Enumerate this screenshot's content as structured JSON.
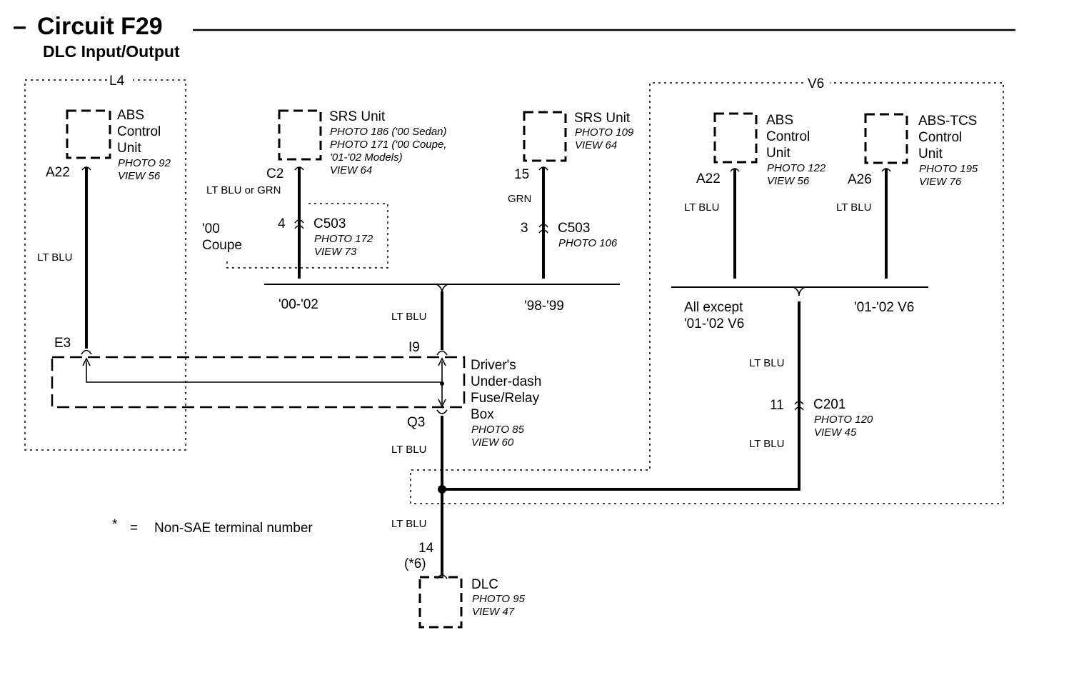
{
  "header": {
    "dash": "–",
    "title": "Circuit F29",
    "subtitle": "DLC Input/Output"
  },
  "groups": {
    "l4": "L4",
    "v6": "V6",
    "coupe_line1": "'00",
    "coupe_line2": "Coupe"
  },
  "components": {
    "abs_l4": {
      "lines": [
        "ABS",
        "Control",
        "Unit"
      ],
      "photo": "PHOTO 92",
      "view": "VIEW 56",
      "terminal": "A22"
    },
    "srs_00_02": {
      "name": "SRS Unit",
      "photo_lines": [
        "PHOTO 186  ('00 Sedan)",
        "PHOTO 171 ('00 Coupe,",
        "'01-'02 Models)"
      ],
      "view": "VIEW 64",
      "terminal": "C2"
    },
    "srs_98_99": {
      "name": "SRS Unit",
      "photo": "PHOTO 109",
      "view": "VIEW 64",
      "terminal": "15"
    },
    "abs_v6": {
      "lines": [
        "ABS",
        "Control",
        "Unit"
      ],
      "photo": "PHOTO 122",
      "view": "VIEW 56",
      "terminal": "A22"
    },
    "abs_tcs": {
      "lines": [
        "ABS-TCS",
        "Control",
        "Unit"
      ],
      "photo": "PHOTO 195",
      "view": "VIEW 76",
      "terminal": "A26"
    },
    "fuse_box": {
      "lines": [
        "Driver's",
        "Under-dash",
        "Fuse/Relay",
        "Box"
      ],
      "photo": "PHOTO 85",
      "view": "VIEW 60",
      "term_in_abs": "E3",
      "term_in_srs": "I9",
      "term_out": "Q3"
    },
    "dlc": {
      "name": "DLC",
      "photo": "PHOTO 95",
      "view": "VIEW 47",
      "terminal": "14",
      "alt_terminal": "(*6)"
    }
  },
  "connectors": {
    "c503_a": {
      "name": "C503",
      "pin": "4",
      "photo": "PHOTO 172",
      "view": "VIEW 73"
    },
    "c503_b": {
      "name": "C503",
      "pin": "3",
      "photo": "PHOTO 106"
    },
    "c201": {
      "name": "C201",
      "pin": "11",
      "photo": "PHOTO 120",
      "view": "VIEW 45"
    }
  },
  "wires": {
    "abs_l4": "LT BLU",
    "srs_a": "LT BLU or GRN",
    "srs_b": "GRN",
    "srs_common": "LT BLU",
    "fuse_out": "LT BLU",
    "dlc": "LT BLU",
    "abs_v6": "LT BLU",
    "abs_tcs": "LT BLU",
    "v6_upper": "LT BLU",
    "v6_lower": "LT BLU"
  },
  "variants": {
    "srs_left": "'00-'02",
    "srs_right": "'98-'99",
    "v6_left_line1": "All except",
    "v6_left_line2": "'01-'02 V6",
    "v6_right": "'01-'02 V6"
  },
  "legend": {
    "symbol": "*",
    "equals": "=",
    "text": "Non-SAE terminal number"
  }
}
